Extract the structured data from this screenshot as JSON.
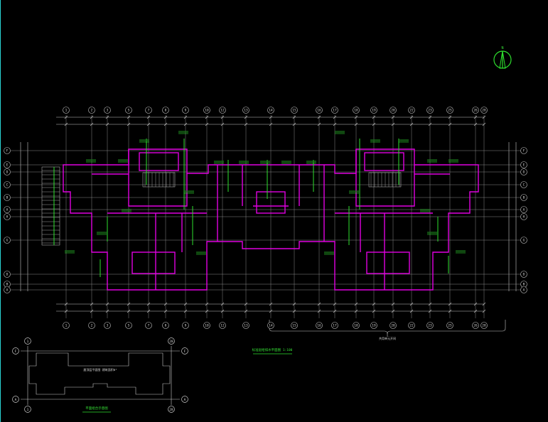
{
  "colors": {
    "background": "#000000",
    "wall": "#e000e0",
    "dimension": "#c8c8c8",
    "annotation": "#2ee02e",
    "grid": "#a8a8a8",
    "window": "#2bd6d6",
    "border": "#2bd6d6"
  },
  "main_plan": {
    "axis_bubbles_top": [
      "1",
      "2",
      "3",
      "5",
      "7",
      "8",
      "9",
      "10",
      "12",
      "13",
      "14",
      "15",
      "16",
      "17",
      "18",
      "19",
      "20",
      "22",
      "23",
      "25",
      "26",
      "28"
    ],
    "axis_bubbles_bottom": [
      "1",
      "2",
      "3",
      "5",
      "7",
      "8",
      "9",
      "10",
      "12",
      "13",
      "14",
      "15",
      "16",
      "17",
      "18",
      "19",
      "20",
      "22",
      "23",
      "25",
      "26",
      "28"
    ],
    "axis_bubbles_left": [
      "F",
      "E",
      "D",
      "C",
      "B",
      "A",
      "H",
      "G",
      "D",
      "B",
      "A"
    ],
    "axis_bubbles_right": [
      "F",
      "E",
      "D",
      "C",
      "B",
      "A",
      "H",
      "G",
      "D",
      "B",
      "A"
    ],
    "bottom_note": "共用单元开间",
    "plan_title": "标准层给排水平面图 1:100"
  },
  "key_plan": {
    "axis_top_left": "1",
    "axis_top_right": "28",
    "axis_bottom_left": "1",
    "axis_bottom_right": "28",
    "axis_left_top": "F",
    "axis_left_bottom": "A",
    "axis_right_top": "F",
    "axis_right_bottom": "A",
    "inner_label": "屋顶层平面图 建筑面积m²",
    "caption": "平面组合示意图"
  },
  "north_arrow": {
    "label": "N"
  }
}
